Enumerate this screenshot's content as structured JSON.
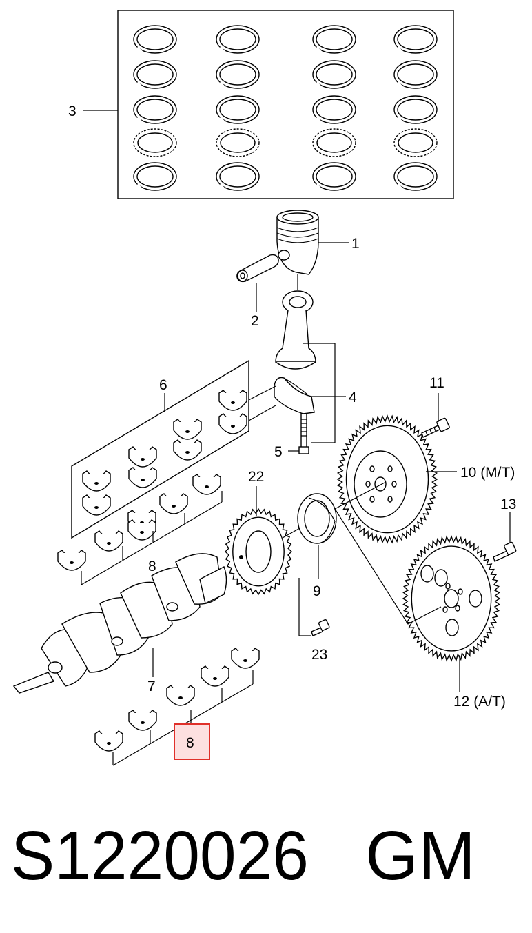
{
  "labels": {
    "piston": "1",
    "pin": "2",
    "ring_set": "3",
    "con_rod": "4",
    "rod_bolt": "5",
    "rod_bearings": "6",
    "crankshaft": "7",
    "main_bearings_upper": "8",
    "main_bearings_lower_highlighted": "8",
    "oil_seal": "9",
    "flywheel_mt": "10 (M/T)",
    "flywheel_bolt": "11",
    "flexplate_at": "12 (A/T)",
    "flexplate_bolt": "13",
    "sprocket": "22",
    "sprocket_bolt": "23"
  },
  "part_number": "S1220026",
  "brand": "GM",
  "highlight_color": "#e0302a"
}
